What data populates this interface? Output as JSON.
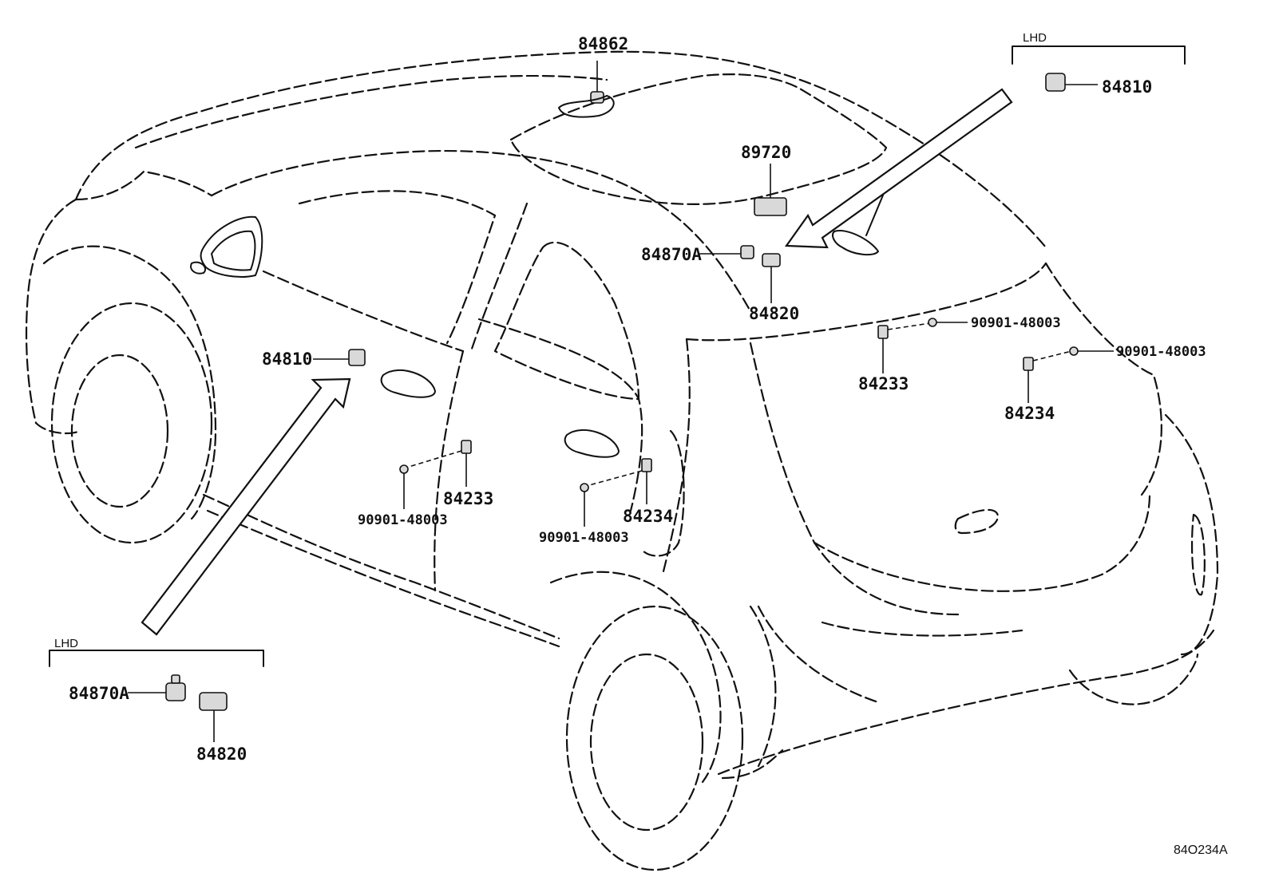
{
  "labels": {
    "p84862": "84862",
    "p84810_top": "84810",
    "p89720": "89720",
    "p84870a_main": "84870A",
    "p84820_main": "84820",
    "p84810_door": "84810",
    "p90901_r1": "90901-48003",
    "p90901_r2": "90901-48003",
    "p84233_rear": "84233",
    "p84234_rear": "84234",
    "p84233_door": "84233",
    "p90901_d1": "90901-48003",
    "p84234_door": "84234",
    "p90901_d2": "90901-48003",
    "p84870a_lhd": "84870A",
    "p84820_lhd": "84820"
  },
  "lhd_top": "LHD",
  "lhd_bottom": "LHD",
  "figure_code": "84O234A"
}
